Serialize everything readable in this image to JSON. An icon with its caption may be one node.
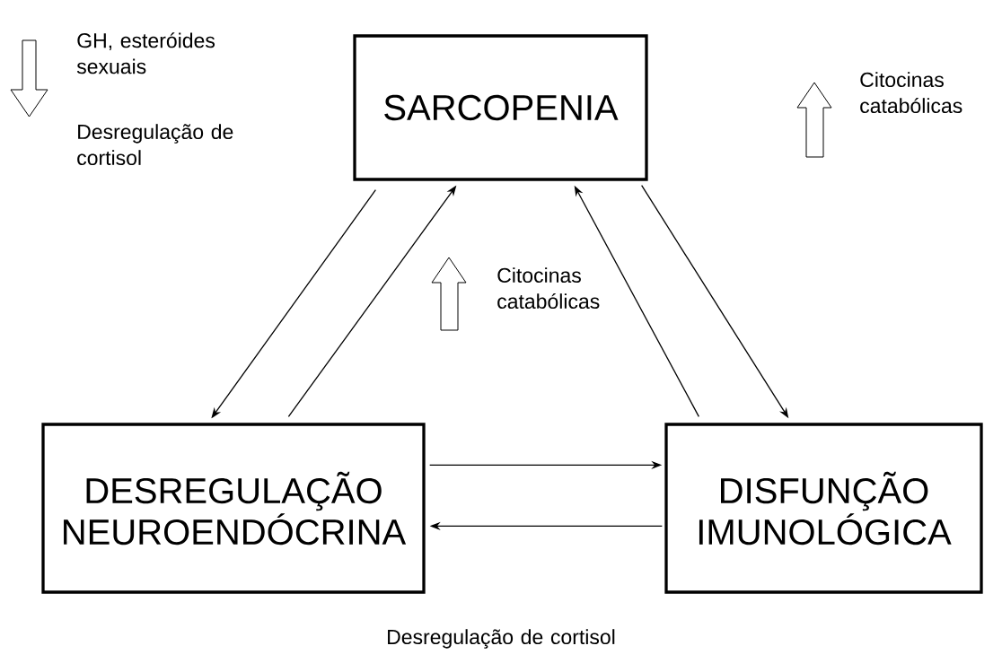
{
  "diagram": {
    "nodes": [
      {
        "text": [
          "SARCOPENIA"
        ]
      },
      {
        "text": [
          "DESREGULAÇÃO NEUROENDÓCRINA"
        ]
      },
      {
        "text": [
          "DISFUNÇÃO IMUNOLÓGICA"
        ]
      }
    ],
    "edges": [
      {
        "from": 0,
        "to": 1,
        "arrow": "to"
      },
      {
        "from": 1,
        "to": 0,
        "arrow": "to"
      },
      {
        "from": 2,
        "to": 0,
        "arrow": "to"
      },
      {
        "from": 0,
        "to": 2,
        "arrow": "to"
      },
      {
        "from": 1,
        "to": 2,
        "arrow": "to"
      },
      {
        "from": 2,
        "to": 1,
        "arrow": "to"
      }
    ],
    "labels": [
      "GH, esteróides sexuais",
      "Desregulação de cortisol",
      "Citocinas catabólicas",
      "Citocinas catabólicas",
      "Desregulação de cortisol"
    ]
  }
}
